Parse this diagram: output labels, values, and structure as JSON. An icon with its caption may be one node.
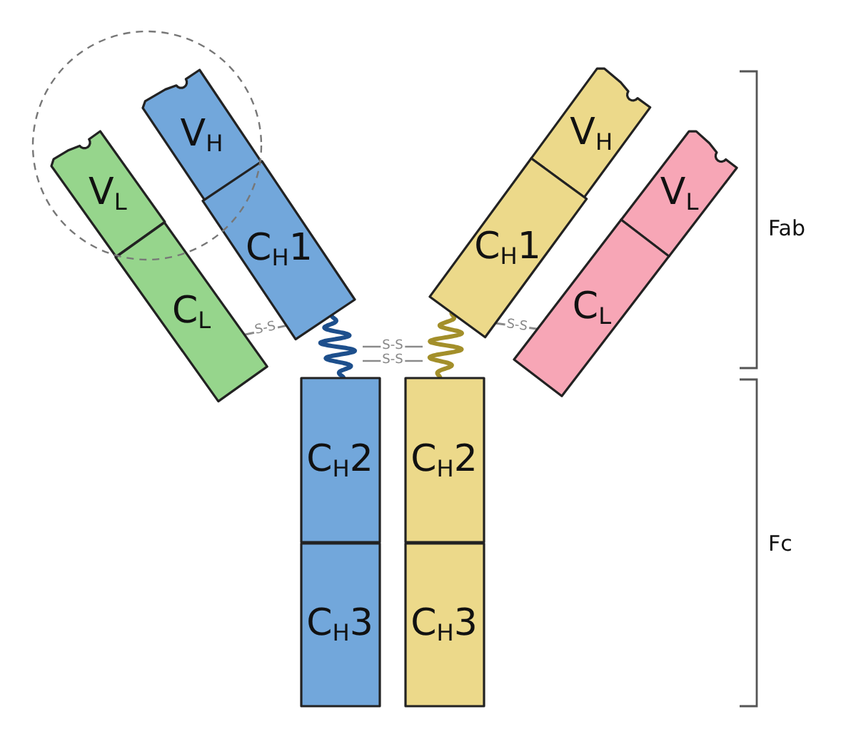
{
  "diagram": {
    "nodes": [
      {
        "text": [
          "V$_{H}$"
        ]
      },
      {
        "text": [
          "V$_{H}$"
        ]
      },
      {
        "text": [
          "V$_{L}$"
        ]
      },
      {
        "text": [
          "V$_{L}$"
        ]
      },
      {
        "text": [
          "C$_{H}$1"
        ]
      },
      {
        "text": [
          "C$_{H}$1"
        ]
      },
      {
        "text": [
          "C$_{L}$"
        ]
      },
      {
        "text": [
          "C$_{L}$"
        ]
      },
      {
        "text": [
          "C$_{H}$2"
        ]
      },
      {
        "text": [
          "C$_{H}$2"
        ]
      },
      {
        "text": [
          "C$_{H}$3"
        ]
      },
      {
        "text": [
          "C$_{H}$3"
        ]
      }
    ],
    "edges": [
      {
        "from": 6,
        "to": 4,
        "arrow": "none",
        "label": "S-S",
        "color": "#8a8a8a"
      },
      {
        "from": 7,
        "to": 5,
        "arrow": "none",
        "label": "S-S",
        "color": "#8a8a8a"
      },
      {
        "from": 4,
        "to": 8,
        "arrow": "none",
        "style": "thick",
        "color": "#1d4f8c"
      },
      {
        "from": 5,
        "to": 9,
        "arrow": "none",
        "style": "thick",
        "color": "#a38f2a"
      }
    ],
    "labels": [
      "Fab",
      "S-S",
      "S-S",
      "Fc"
    ]
  }
}
